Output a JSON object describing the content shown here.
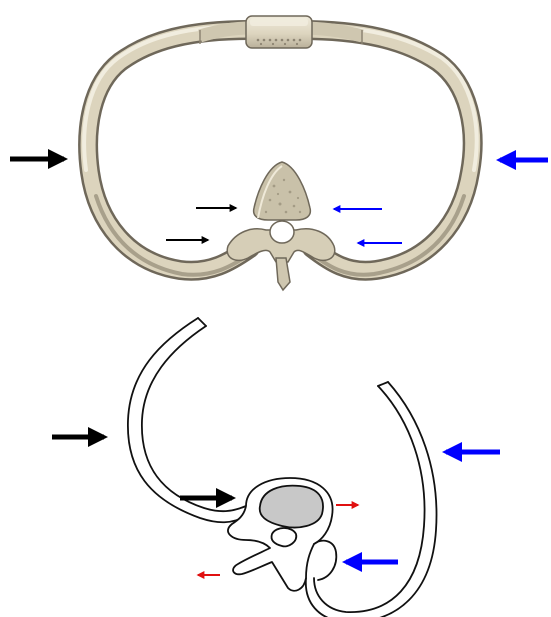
{
  "figure": {
    "panels": [
      {
        "id": "top",
        "kind": "shaded-illustration",
        "subject": "rib-ring-with-vertebra-and-sternum"
      },
      {
        "id": "bottom",
        "kind": "line-drawing",
        "subject": "rotated-rib-with-vertebra"
      }
    ],
    "colors": {
      "background": "#ffffff",
      "bone_light": "#e6e0cf",
      "bone_mid": "#cfc6ae",
      "bone_dark": "#8d8472",
      "outline": "#222222",
      "vertebral_body_fill": "#c8c8c8",
      "arrow_black": "#000000",
      "arrow_blue": "#0000ff",
      "arrow_red": "#e01010"
    },
    "arrows": [
      {
        "panel": "top",
        "color": "black",
        "size": "large",
        "direction": "right",
        "target": "left-rib-lateral"
      },
      {
        "panel": "top",
        "color": "blue",
        "size": "large",
        "direction": "left",
        "target": "right-rib-lateral"
      },
      {
        "panel": "top",
        "color": "black",
        "size": "small",
        "direction": "right",
        "target": "left-facet-upper"
      },
      {
        "panel": "top",
        "color": "black",
        "size": "small",
        "direction": "right",
        "target": "left-facet-lower"
      },
      {
        "panel": "top",
        "color": "blue",
        "size": "small",
        "direction": "left",
        "target": "right-facet-upper"
      },
      {
        "panel": "top",
        "color": "blue",
        "size": "small",
        "direction": "left",
        "target": "right-facet-lower"
      },
      {
        "panel": "bottom",
        "color": "black",
        "size": "large",
        "direction": "right",
        "target": "left-rib"
      },
      {
        "panel": "bottom",
        "color": "blue",
        "size": "large",
        "direction": "left",
        "target": "right-rib"
      },
      {
        "panel": "bottom",
        "color": "black",
        "size": "large",
        "direction": "right",
        "target": "vertebral-body"
      },
      {
        "panel": "bottom",
        "color": "blue",
        "size": "large",
        "direction": "left",
        "target": "right-transverse-process"
      },
      {
        "panel": "bottom",
        "color": "red",
        "size": "small",
        "direction": "right",
        "target": "right-of-vertebral-body"
      },
      {
        "panel": "bottom",
        "color": "red",
        "size": "small",
        "direction": "left",
        "target": "left-transverse-process"
      }
    ]
  }
}
